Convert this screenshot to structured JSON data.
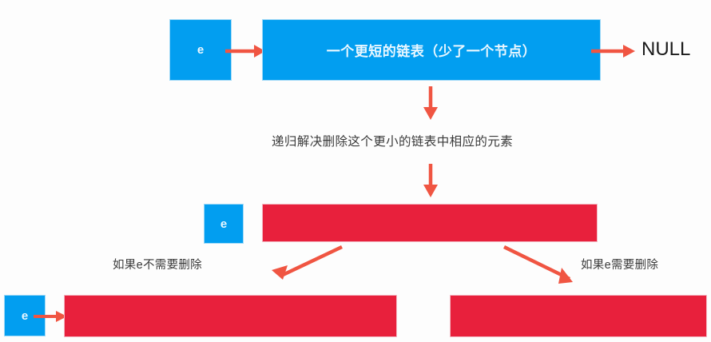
{
  "diagram": {
    "title_text": "",
    "colors": {
      "node_blue": "#029ef0",
      "bar_red": "#e8203c",
      "arrow_red": "#f05542",
      "text_dark": "#2f2f2f",
      "background": "#fdfdfd"
    },
    "row_top": {
      "e_node_label": "e",
      "list_box_label": "一个更短的链表（少了一个节点）",
      "terminator_label": "NULL",
      "arrow_from_e_name": "arrow-e-to-list",
      "arrow_to_null_name": "arrow-list-to-null"
    },
    "step_caption": "递归解决删除这个更小的链表中相应的元素",
    "row_middle": {
      "e_node_label": "e",
      "bar_label": ""
    },
    "branches": {
      "left_label": "如果e不需要删除",
      "right_label": "如果e需要删除"
    },
    "row_bottom": {
      "left": {
        "e_node_label": "e",
        "bar_label": ""
      },
      "right": {
        "bar_label": ""
      }
    },
    "arrows": {
      "vertical_one": "arrow-down-to-caption",
      "vertical_two": "arrow-down-to-result",
      "diagonal_left": "arrow-branch-left",
      "diagonal_right": "arrow-branch-right",
      "bottom_left_connector": "arrow-e-to-bar-bottom-left"
    }
  }
}
